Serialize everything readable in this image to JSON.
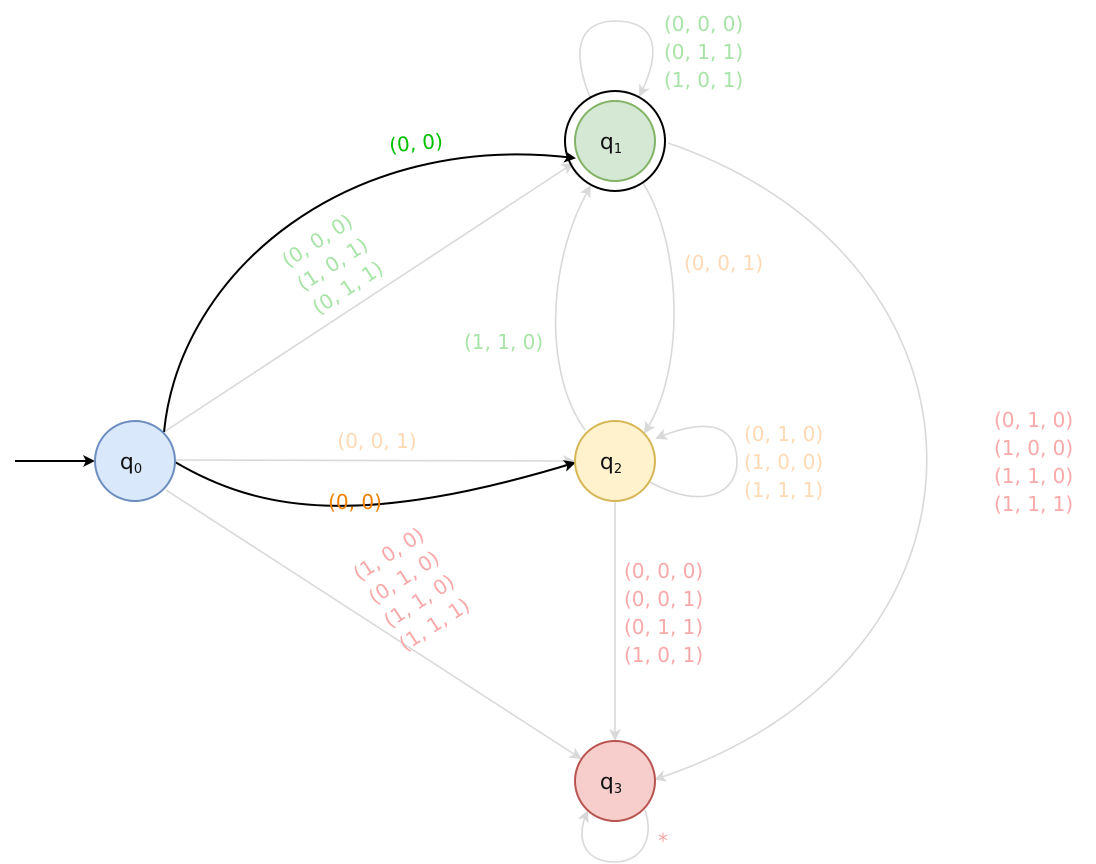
{
  "colors": {
    "green": "#00c000",
    "green_faded": "#a8e4a8",
    "orange": "#f08000",
    "orange_faded": "#ffd9b3",
    "red_faded": "#f8a9a9",
    "gray_edge": "#d9d9d9",
    "black_edge": "#000000",
    "q0_fill": "#dae8fc",
    "q0_stroke": "#6c8ebf",
    "q1_fill": "#d5e8d4",
    "q1_stroke": "#82b366",
    "q2_fill": "#fff2cc",
    "q2_stroke": "#d6b656",
    "q3_fill": "#f8cecc",
    "q3_stroke": "#b85450"
  },
  "states": [
    {
      "id": "q0",
      "base": "q",
      "sub": "0"
    },
    {
      "id": "q1",
      "base": "q",
      "sub": "1",
      "accepting": true
    },
    {
      "id": "q2",
      "base": "q",
      "sub": "2"
    },
    {
      "id": "q3",
      "base": "q",
      "sub": "3"
    }
  ],
  "start_state": "q0",
  "transitions": [
    {
      "from": "q0",
      "to": "q1",
      "labels": [
        "(0, 0)"
      ],
      "highlight": "green"
    },
    {
      "from": "q0",
      "to": "q2",
      "labels": [
        "(0, 0)"
      ],
      "highlight": "orange"
    },
    {
      "from": "q0",
      "to": "q1",
      "labels": [
        "(0, 0, 0)",
        "(1, 0, 1)",
        "(0, 1, 1)"
      ]
    },
    {
      "from": "q0",
      "to": "q2",
      "labels": [
        "(0, 0, 1)"
      ]
    },
    {
      "from": "q0",
      "to": "q3",
      "labels": [
        "(1, 0, 0)",
        "(0, 1, 0)",
        "(1, 1, 0)",
        "(1, 1, 1)"
      ]
    },
    {
      "from": "q1",
      "to": "q1",
      "labels": [
        "(0, 0, 0)",
        "(0, 1, 1)",
        "(1, 0, 1)"
      ]
    },
    {
      "from": "q1",
      "to": "q2",
      "labels": [
        "(0, 0, 1)"
      ]
    },
    {
      "from": "q2",
      "to": "q1",
      "labels": [
        "(1, 1, 0)"
      ]
    },
    {
      "from": "q1",
      "to": "q3",
      "labels": [
        "(0, 1, 0)",
        "(1, 0, 0)",
        "(1, 1, 0)",
        "(1, 1, 1)"
      ]
    },
    {
      "from": "q2",
      "to": "q2",
      "labels": [
        "(0, 1, 0)",
        "(1, 0, 0)",
        "(1, 1, 1)"
      ]
    },
    {
      "from": "q2",
      "to": "q3",
      "labels": [
        "(0, 0, 0)",
        "(0, 0, 1)",
        "(0, 1, 1)",
        "(1, 0, 1)"
      ]
    },
    {
      "from": "q3",
      "to": "q3",
      "labels": [
        "*"
      ]
    }
  ]
}
